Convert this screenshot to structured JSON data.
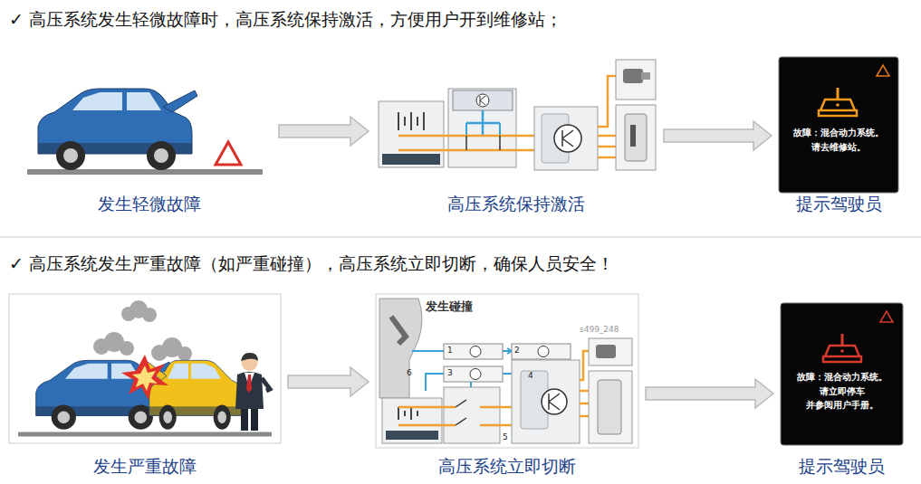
{
  "diagram": {
    "nodes": [
      {
        "text": [
          "发生轻微故障"
        ]
      },
      {
        "text": [
          "高压系统保持激活"
        ]
      },
      {
        "text": [
          "故障：混合动力系统。 请去维修站。",
          "提示驾驶员"
        ]
      },
      {
        "text": [
          "发生严重故障"
        ]
      },
      {
        "text": [
          "高压系统立即切断"
        ]
      },
      {
        "text": [
          "故障：混合动力系统。 请立即停车 并参阅用户手册。",
          "提示驾驶员"
        ]
      }
    ],
    "edges": [
      {
        "from": 0,
        "to": 1,
        "arrow": "to"
      },
      {
        "from": 1,
        "to": 2,
        "arrow": "to"
      },
      {
        "from": 3,
        "to": 4,
        "arrow": "to"
      },
      {
        "from": 4,
        "to": 5,
        "arrow": "to"
      }
    ],
    "labels": [
      "✓ 高压系统发生轻微故障时，高压系统保持激活，方便用户开到维修站；",
      "✓ 高压系统发生严重故障（如严重碰撞），高压系统立即切断，确保人员安全！",
      "发生碰撞",
      "1",
      "2",
      "3",
      "4",
      "5",
      "6",
      "s499_248"
    ]
  }
}
